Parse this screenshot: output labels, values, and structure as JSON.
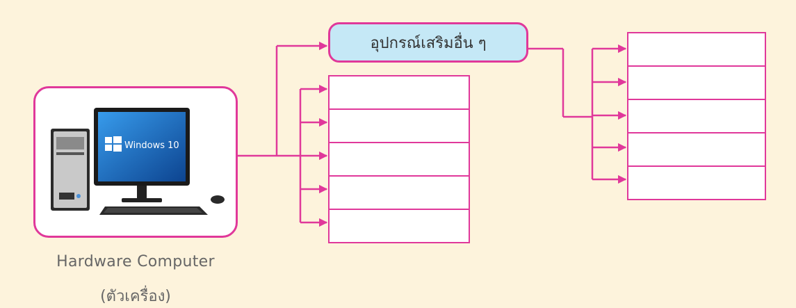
{
  "computer": {
    "screen_brand": "Windows 10",
    "caption_line1": "Hardware Computer",
    "caption_line2": "(ตัวเครื่อง)"
  },
  "peripherals": {
    "label": "อุปกรณ์เสริมอื่น ๆ"
  },
  "middle_column": {
    "cells": [
      "",
      "",
      "",
      "",
      ""
    ]
  },
  "right_column": {
    "cells": [
      "",
      "",
      "",
      "",
      ""
    ]
  },
  "colors": {
    "accent": "#e0389a",
    "peripheral_fill": "#c5e8f6",
    "background": "#fdf3dc",
    "screen_blue": "#1e6fc4"
  }
}
